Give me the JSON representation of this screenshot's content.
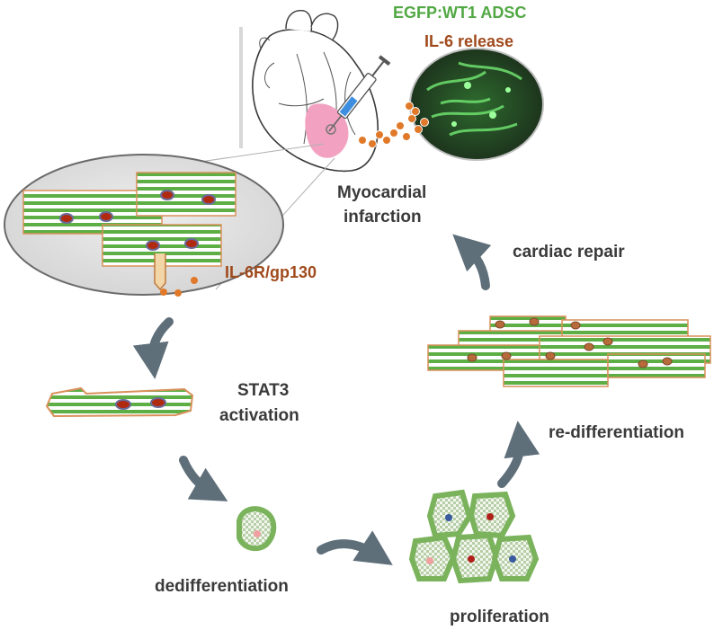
{
  "labels": {
    "egfp": "EGFP:WT1 ADSC",
    "il6_release": "IL-6 release",
    "myocardial": "Myocardial",
    "infarction": "infarction",
    "receptor": "IL-6R/gp130",
    "stat3": "STAT3",
    "activation": "activation",
    "dedifferentiation": "dedifferentiation",
    "proliferation": "proliferation",
    "redifferentiation": "re-differentiation",
    "cardiac_repair": "cardiac repair"
  },
  "colors": {
    "label_dark": "#3a3a3a",
    "label_brown": "#a04a1c",
    "label_green": "#52a844",
    "stripe_green": "#5cae45",
    "cell_border": "#d9905a",
    "nucleus_ring": "#6a6a9a",
    "nucleus_core": "#b02a10",
    "arrow_gray": "#5f6f7a",
    "ellipse_fill": "#e2e2e2",
    "droplet": "#e07a2a",
    "infarct_pink": "#f2a2c0"
  },
  "icons": [
    "heart-icon",
    "syringe-icon",
    "micrograph-icon"
  ]
}
